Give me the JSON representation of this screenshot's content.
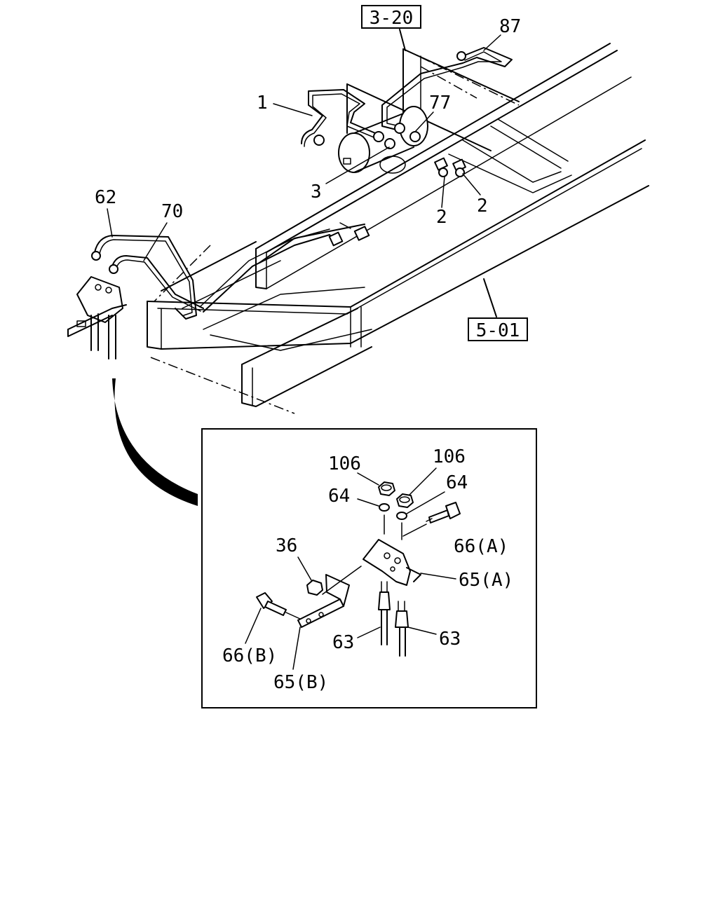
{
  "refs": {
    "ref_3_20": "3-20",
    "ref_5_01": "5-01"
  },
  "callouts": {
    "c1": "1",
    "c87": "87",
    "c77": "77",
    "c3": "3",
    "c2a": "2",
    "c2b": "2",
    "c62": "62",
    "c70": "70"
  },
  "detail": {
    "c106a": "106",
    "c106b": "106",
    "c64a": "64",
    "c64b": "64",
    "c36": "36",
    "c66a": "66(A)",
    "c65a": "65(A)",
    "c66b": "66(B)",
    "c65b": "65(B)",
    "c63a": "63",
    "c63b": "63"
  }
}
